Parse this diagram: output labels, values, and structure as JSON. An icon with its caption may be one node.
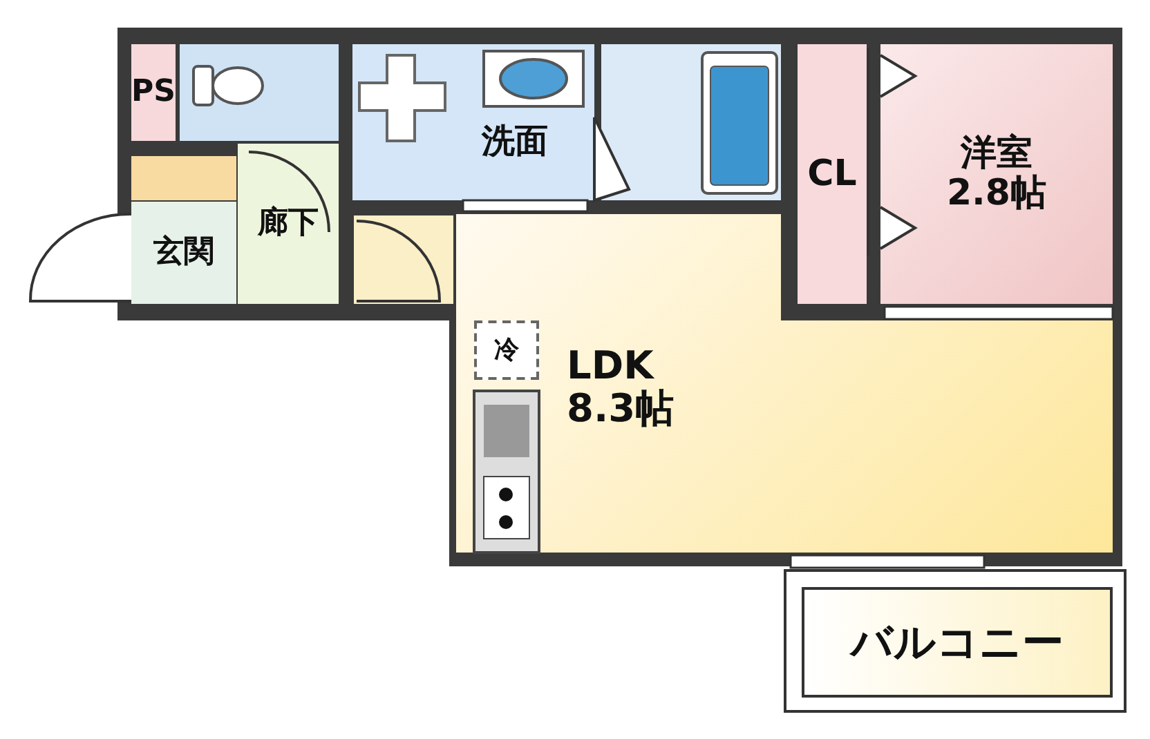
{
  "diagram": {
    "nodes": [
      {
        "text": [
          "PS"
        ]
      },
      {
        "text": [
          "洗面"
        ]
      },
      {
        "text": [
          "CL"
        ]
      },
      {
        "text": [
          "洋室",
          "2.8帖"
        ]
      },
      {
        "text": [
          "玄関"
        ]
      },
      {
        "text": [
          "廊下"
        ]
      },
      {
        "text": [
          "LDK",
          "8.3帖"
        ]
      },
      {
        "text": [
          "冷"
        ],
        "in": 6
      },
      {
        "text": [
          "バルコニー"
        ]
      }
    ]
  }
}
